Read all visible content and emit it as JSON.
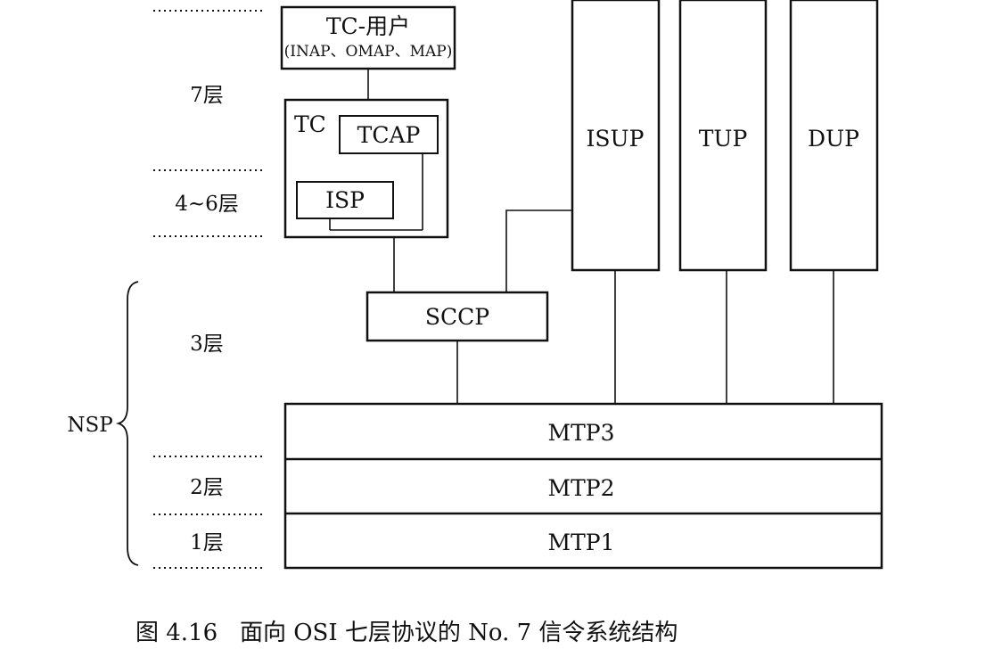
{
  "layers": {
    "l7": "7层",
    "l4_6": "4~6层",
    "l3": "3层",
    "l2": "2层",
    "l1": "1层",
    "nsp": "NSP"
  },
  "blocks": {
    "tc_user": "TC-用户",
    "tc_user_sub": "(INAP、OMAP、MAP)",
    "tc": "TC",
    "tcap": "TCAP",
    "isp": "ISP",
    "sccp": "SCCP",
    "isup": "ISUP",
    "tup": "TUP",
    "dup": "DUP",
    "mtp3": "MTP3",
    "mtp2": "MTP2",
    "mtp1": "MTP1"
  },
  "caption": "图 4.16   面向 OSI 七层协议的 No. 7 信令系统结构"
}
